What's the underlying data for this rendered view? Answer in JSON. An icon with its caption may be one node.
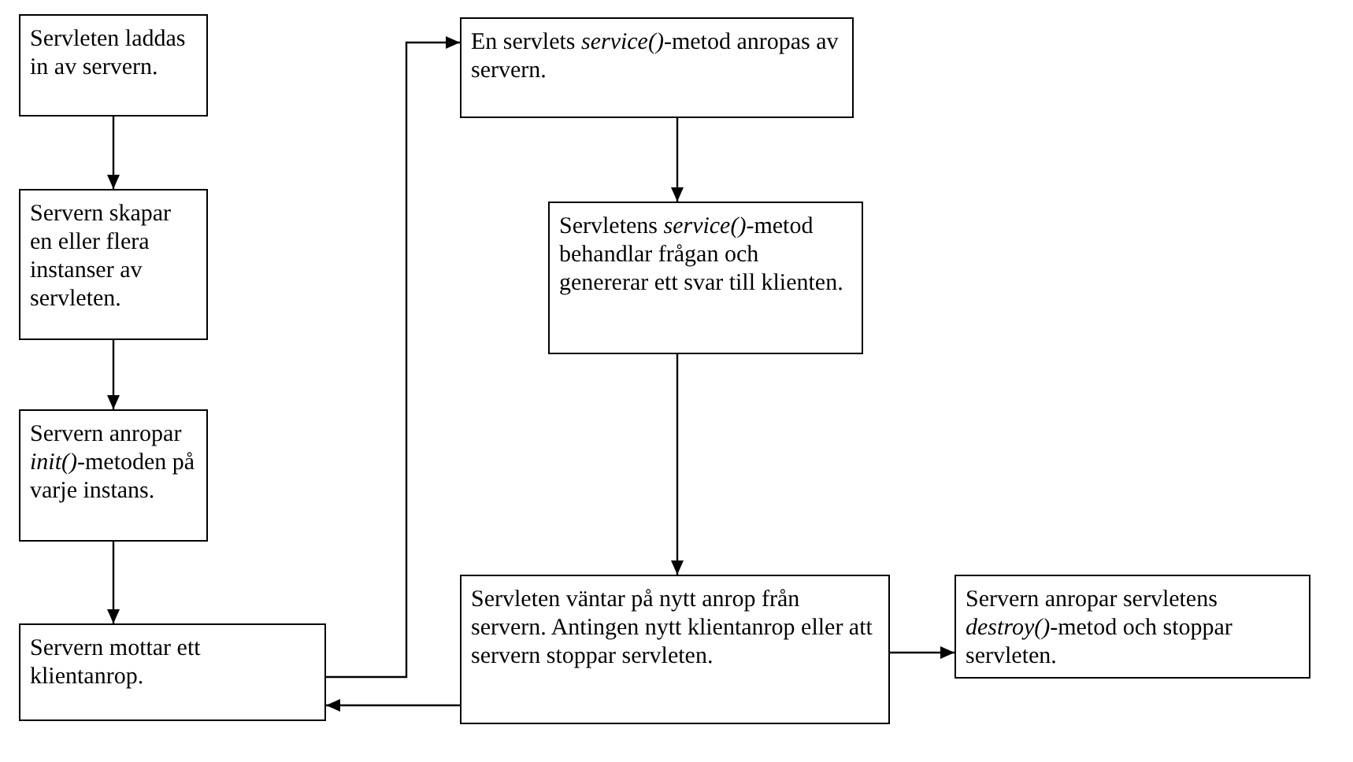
{
  "diagram": {
    "nodes": [
      {
        "text": [
          "Servleten laddas in av servern."
        ]
      },
      {
        "text": [
          "Servern skapar en eller flera instanser av servleten."
        ]
      },
      {
        "text": [
          "Servern anropar *init()*-metoden på varje instans."
        ]
      },
      {
        "text": [
          "Servern mottar ett klientanrop."
        ]
      },
      {
        "text": [
          "En servlets *service()*-metod anropas av servern."
        ]
      },
      {
        "text": [
          "Servletens *service()*-metod behandlar frågan och genererar ett svar till klienten."
        ]
      },
      {
        "text": [
          "Servleten väntar på nytt anrop från servern. Antingen nytt klientanrop eller att servern stoppar servleten."
        ]
      },
      {
        "text": [
          "Servern anropar servletens *destroy()*-metod och stoppar servleten."
        ]
      }
    ],
    "edges": [
      {
        "from": 0,
        "to": 1,
        "arrow": "to"
      },
      {
        "from": 1,
        "to": 2,
        "arrow": "to"
      },
      {
        "from": 2,
        "to": 3,
        "arrow": "to"
      },
      {
        "from": 3,
        "to": 4,
        "arrow": "to"
      },
      {
        "from": 4,
        "to": 5,
        "arrow": "to"
      },
      {
        "from": 5,
        "to": 6,
        "arrow": "to"
      },
      {
        "from": 6,
        "to": 3,
        "arrow": "to"
      },
      {
        "from": 6,
        "to": 7,
        "arrow": "to"
      }
    ]
  }
}
